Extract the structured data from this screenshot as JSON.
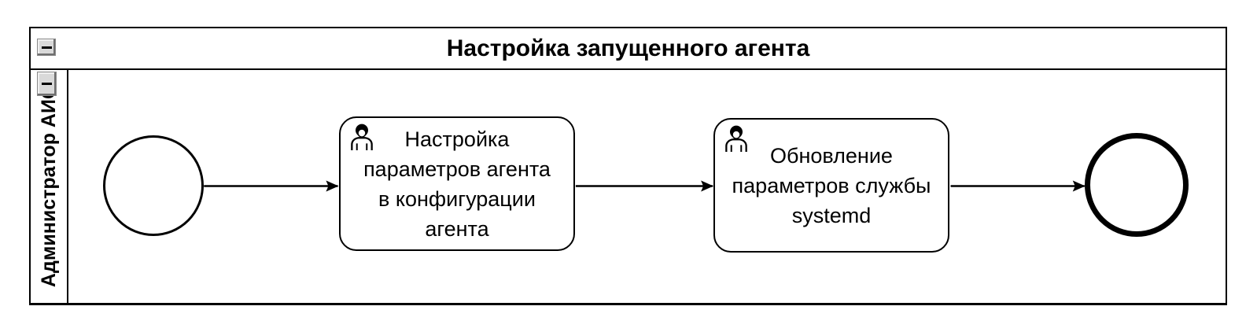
{
  "pool": {
    "title": "Настройка запущенного агента",
    "collapse_button_icon": "minus-icon",
    "lane": {
      "name": "Администратор АИС",
      "collapse_button_icon": "minus-icon"
    }
  },
  "flow": {
    "start_event": {
      "type": "start-event"
    },
    "tasks": [
      {
        "type": "user-task",
        "icon": "user-icon",
        "label": "Настройка\nпараметров агента\nв конфигурации\nагента"
      },
      {
        "type": "user-task",
        "icon": "user-icon",
        "label": "Обновление\nпараметров службы\nsystemd"
      }
    ],
    "end_event": {
      "type": "end-event"
    },
    "connections": [
      {
        "from": "start-event",
        "to": "task-1"
      },
      {
        "from": "task-1",
        "to": "task-2"
      },
      {
        "from": "task-2",
        "to": "end-event"
      }
    ]
  },
  "colors": {
    "stroke": "#000000",
    "background": "#ffffff",
    "button_face": "#d9d9d9",
    "button_shadow": "#6f6f6f",
    "button_highlight": "#f0f0f0"
  }
}
